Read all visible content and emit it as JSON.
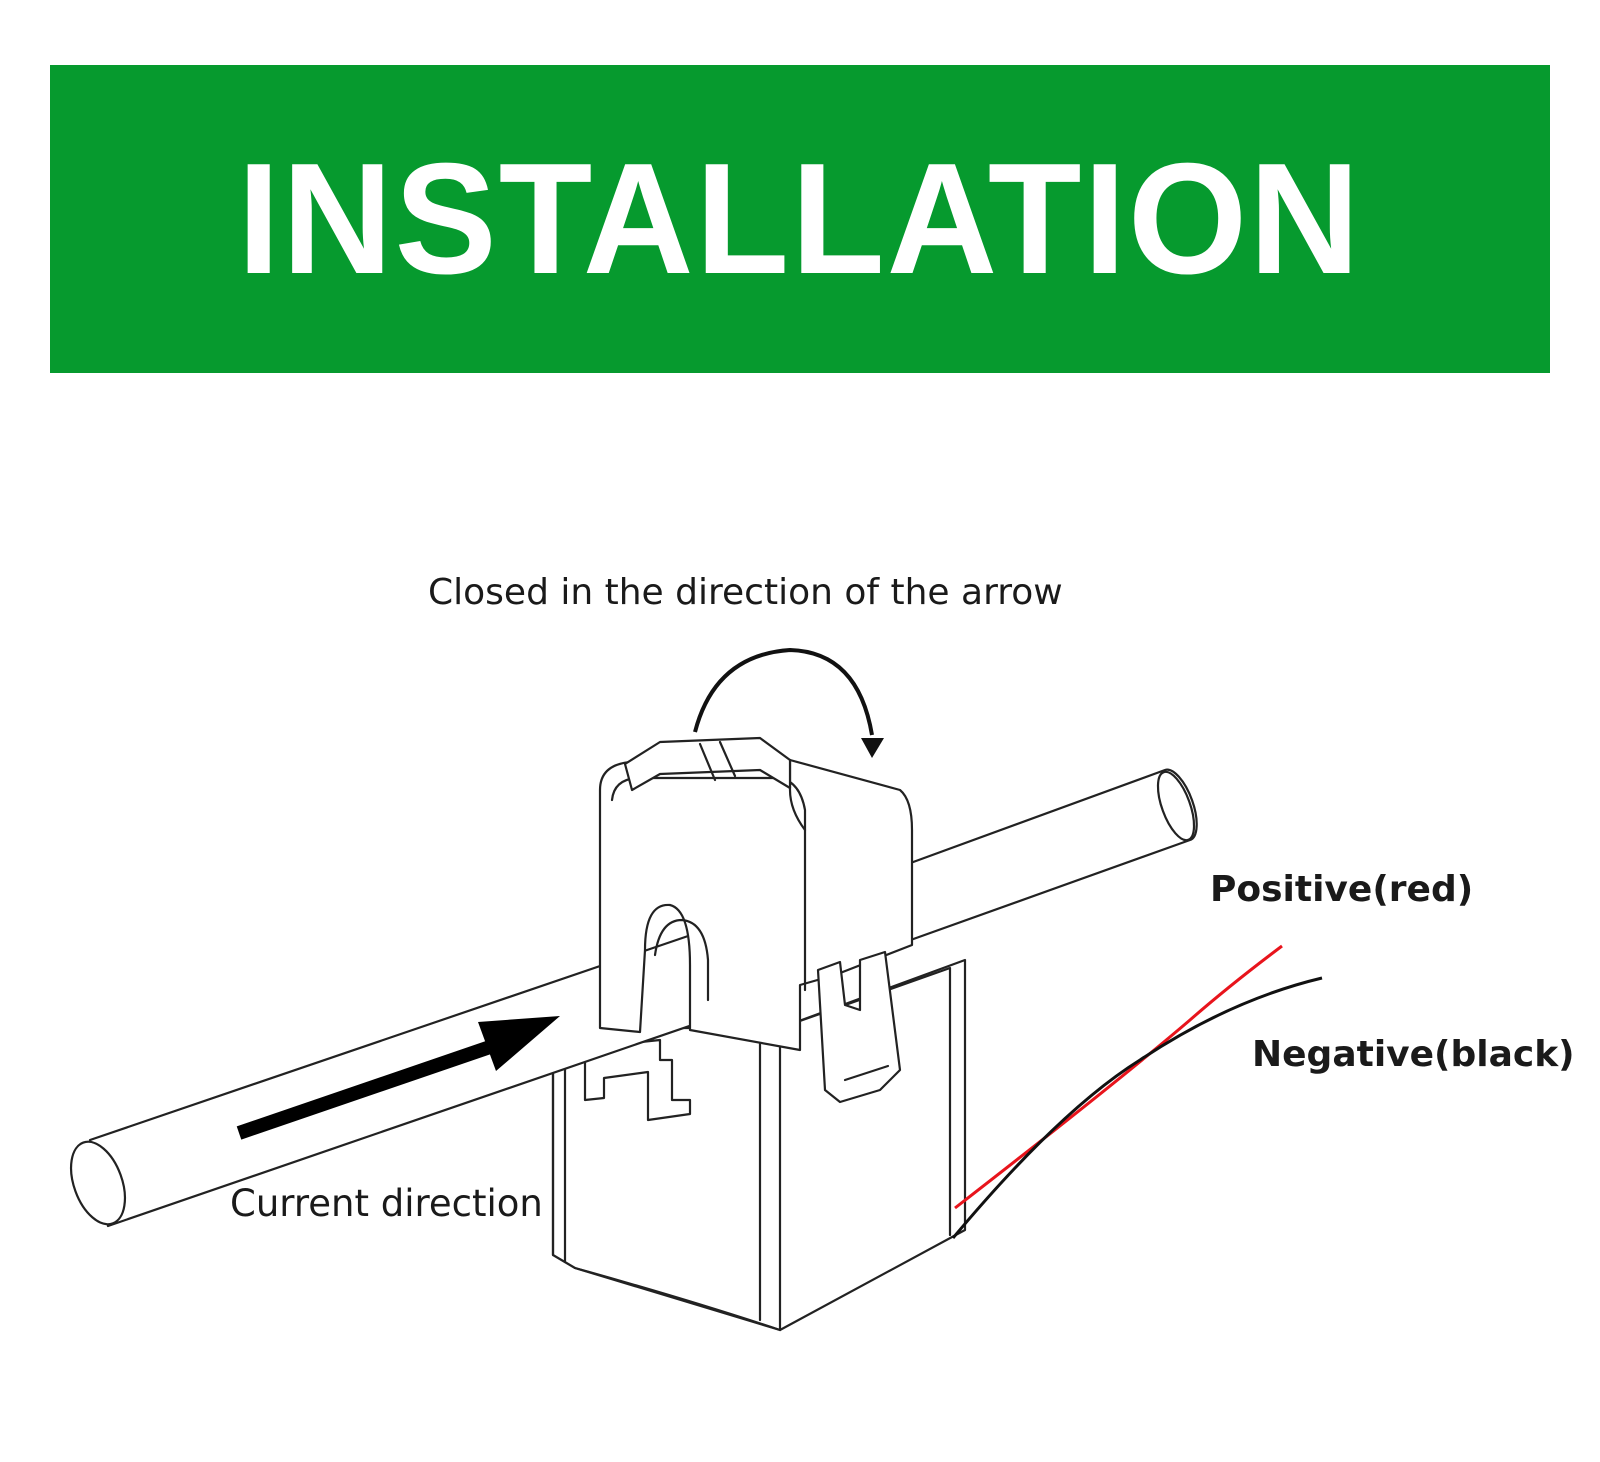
{
  "banner": {
    "title": "INSTALLATION",
    "color": "#069a2e"
  },
  "labels": {
    "closed_direction": "Closed in the direction of the arrow",
    "current_direction": "Current direction",
    "positive": "Positive(red)",
    "negative": "Negative(black)"
  },
  "wires": {
    "positive_color": "#e8141c",
    "negative_color": "#111111"
  }
}
